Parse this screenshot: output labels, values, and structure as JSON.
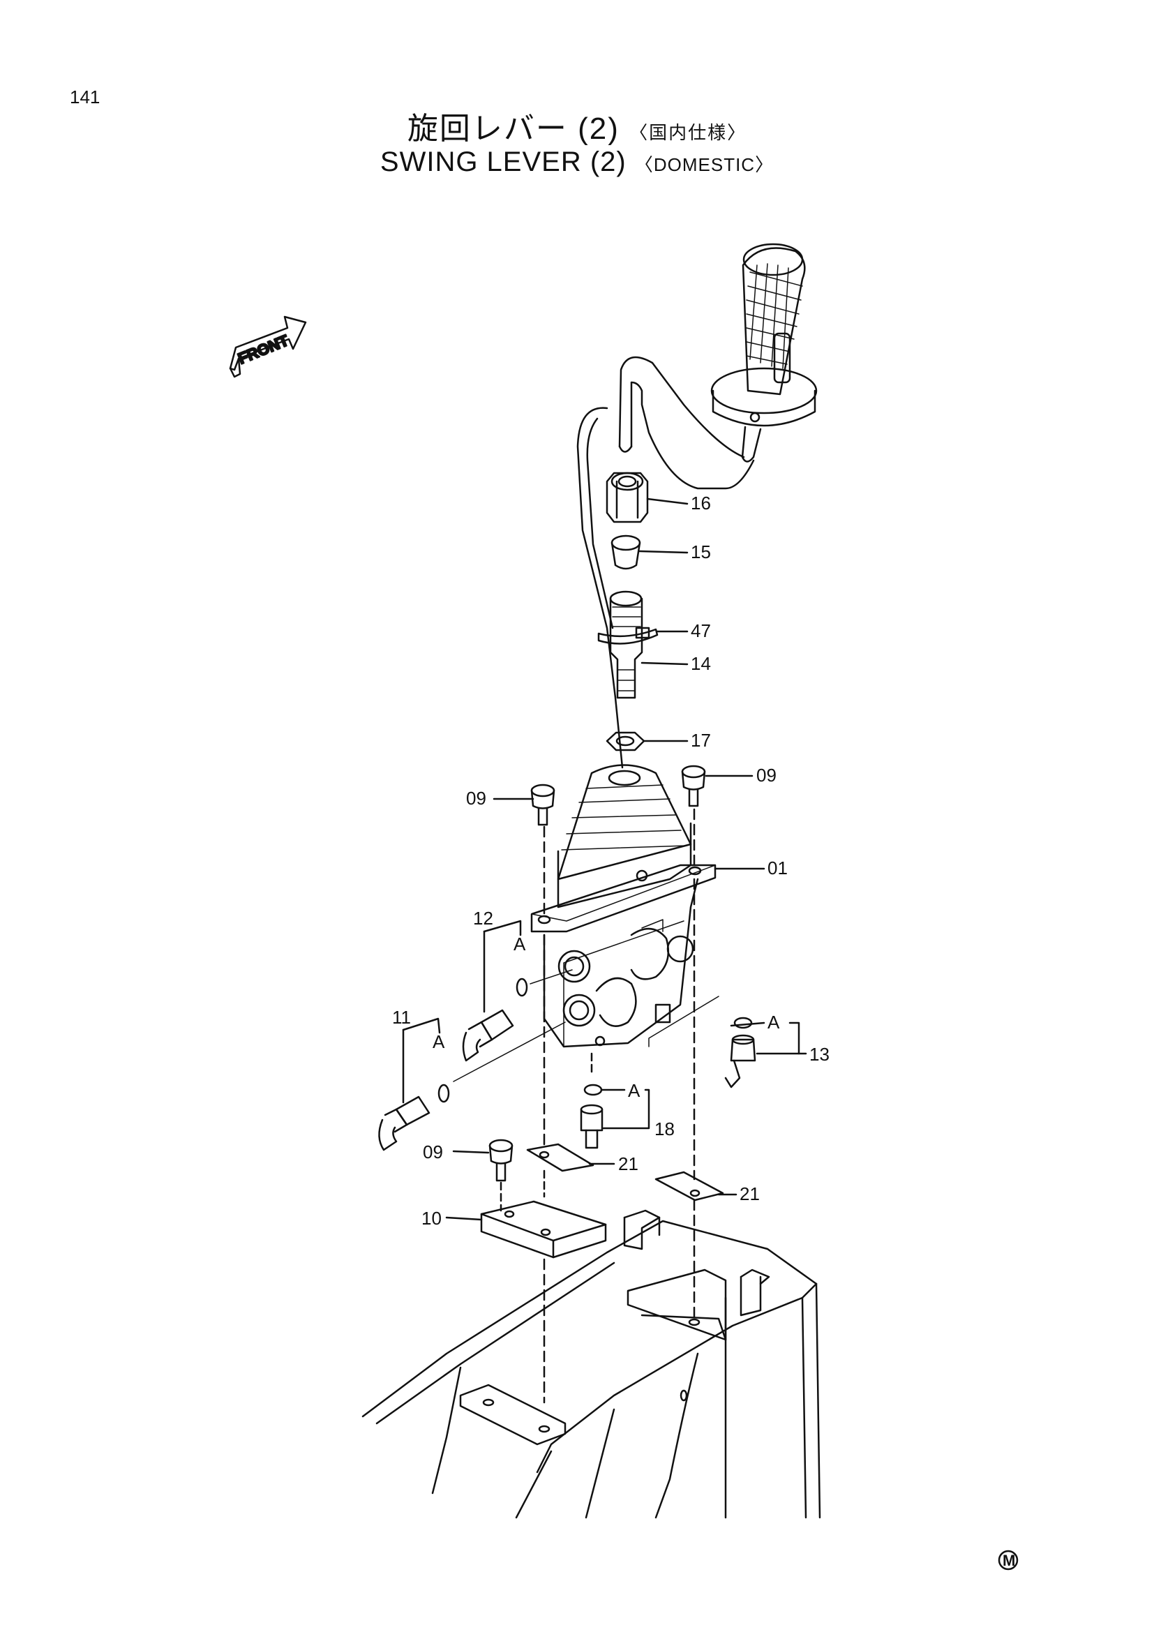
{
  "page": {
    "number": "141",
    "mark": "M"
  },
  "title": {
    "jp": "旋回レバー (2)",
    "jp_note": "〈国内仕様〉",
    "en": "SWING LEVER (2)",
    "en_note": "〈DOMESTIC〉"
  },
  "front_label": "FRONT",
  "callouts": {
    "c16": "16",
    "c15": "15",
    "c47": "47",
    "c14": "14",
    "c17": "17",
    "c09a": "09",
    "c09b": "09",
    "c09c": "09",
    "c01": "01",
    "c12": "12",
    "c11": "11",
    "c13": "13",
    "c18": "18",
    "c21a": "21",
    "c21b": "21",
    "c10": "10",
    "a1": "A",
    "a2": "A",
    "a3": "A",
    "a4": "A"
  }
}
